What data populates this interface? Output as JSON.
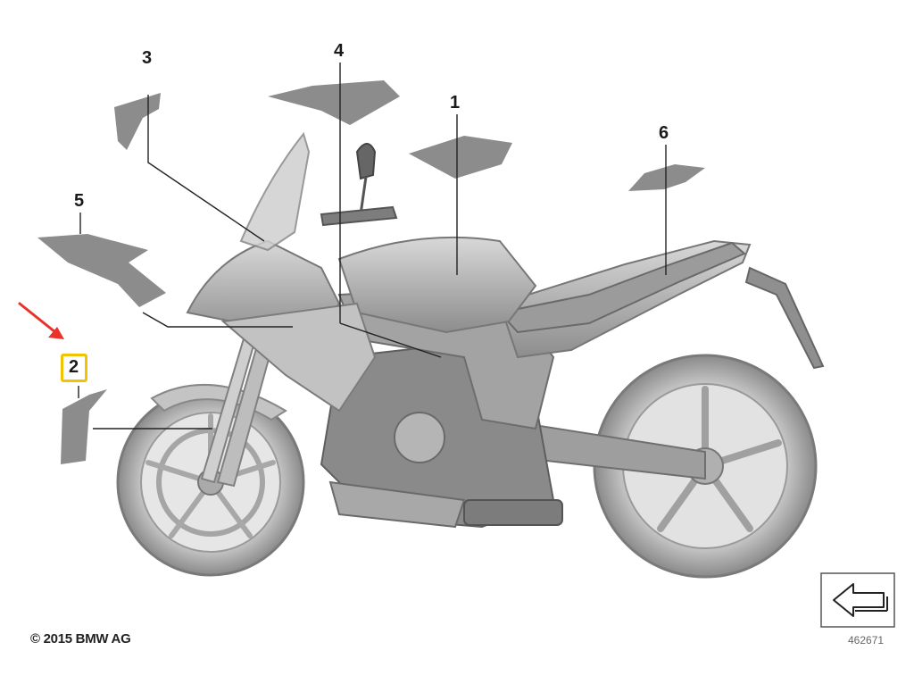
{
  "callouts": [
    {
      "number": "1"
    },
    {
      "number": "2"
    },
    {
      "number": "3"
    },
    {
      "number": "4"
    },
    {
      "number": "5"
    },
    {
      "number": "6"
    }
  ],
  "highlighted_callout": "2",
  "copyright": "© 2015 BMW AG",
  "figure_number": "462671",
  "colors": {
    "decal_fill": "#8c8c8c",
    "highlight": "#f2c300",
    "pointer_arrow": "#e8322a",
    "bike_body": "#b9b9b9"
  },
  "icons": [
    "back-arrow-icon",
    "pointer-arrow-icon"
  ]
}
